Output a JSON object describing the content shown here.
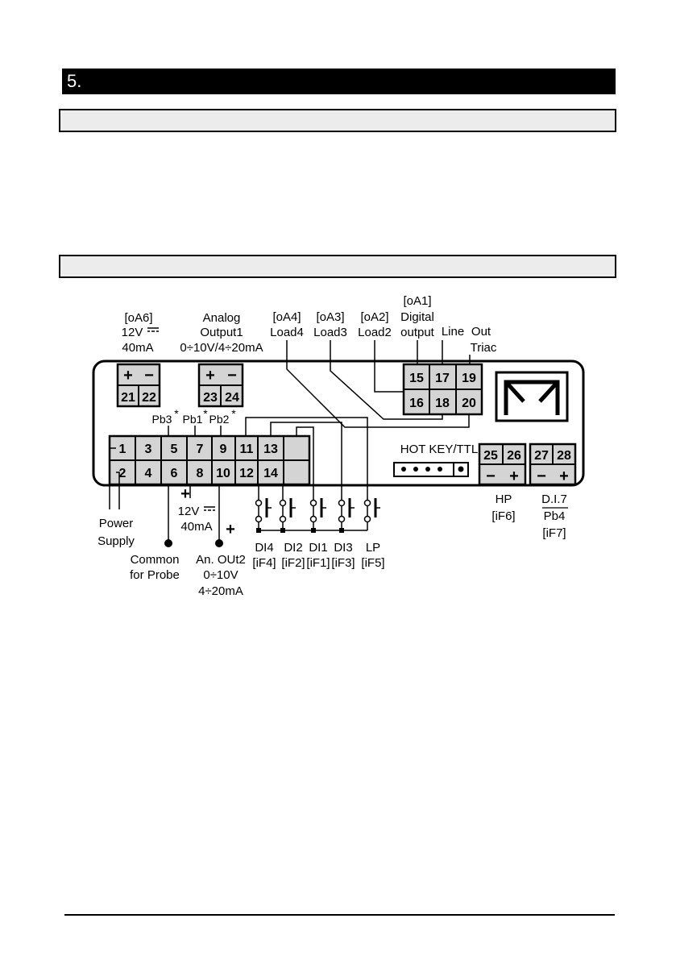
{
  "section": {
    "number": "5."
  },
  "diagram": {
    "top_labels": {
      "oa6": "[oA6]",
      "oa6_voltage": "12V",
      "oa6_current": "40mA",
      "analog_line1": "Analog",
      "analog_line2": "Output1",
      "analog_range": "0÷10V/4÷20mA",
      "oa4": "[oA4]",
      "load4": "Load4",
      "oa3": "[oA3]",
      "load3": "Load3",
      "oa2": "[oA2]",
      "load2": "Load2",
      "oa1": "[oA1]",
      "digital": "Digital",
      "output": "output",
      "line": "Line",
      "out": "Out",
      "triac": "Triac"
    },
    "terminals": {
      "t1": "1",
      "t2": "2",
      "t3": "3",
      "t4": "4",
      "t5": "5",
      "t6": "6",
      "t7": "7",
      "t8": "8",
      "t9": "9",
      "t10": "10",
      "t11": "11",
      "t12": "12",
      "t13": "13",
      "t14": "14",
      "t15": "15",
      "t16": "16",
      "t17": "17",
      "t18": "18",
      "t19": "19",
      "t20": "20",
      "t21": "21",
      "t22": "22",
      "t23": "23",
      "t24": "24",
      "t25": "25",
      "t26": "26",
      "t27": "27",
      "t28": "28"
    },
    "signs": {
      "plus": "+",
      "minus": "−"
    },
    "probes": {
      "pb3": "Pb3",
      "pb1": "Pb1",
      "pb2": "Pb2",
      "star": "*"
    },
    "hotkey": "HOT KEY/TTL",
    "bottom_labels": {
      "power": "Power",
      "supply": "Supply",
      "common": "Common",
      "for_probe": "for Probe",
      "v12": "12V",
      "ma40": "40mA",
      "anout": "An. OUt2",
      "range1": "0÷10V",
      "range2": "4÷20mA",
      "di4": "DI4",
      "if4": "[iF4]",
      "di2": "DI2",
      "if2": "[iF2]",
      "di1": "DI1",
      "if1": "[iF1]",
      "di3": "DI3",
      "if3": "[iF3]",
      "lp": "LP",
      "if5": "[iF5]",
      "hp": "HP",
      "if6": "[iF6]",
      "di7": "D.I.7",
      "pb4": "Pb4",
      "if7": "[iF7]"
    }
  }
}
